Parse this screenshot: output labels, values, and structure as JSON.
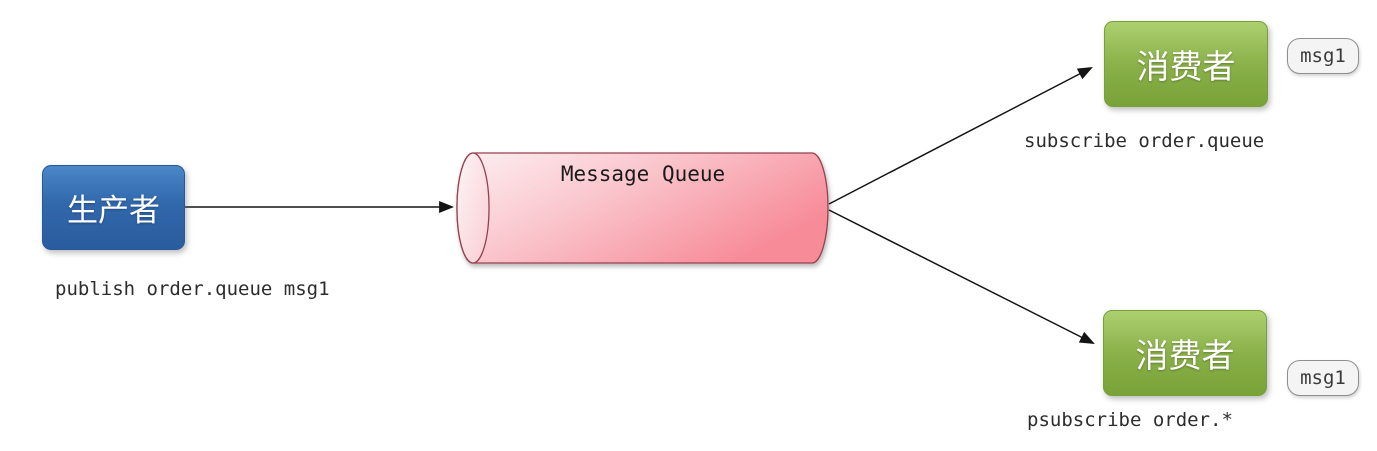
{
  "producer": {
    "label": "生产者",
    "command": "publish order.queue msg1"
  },
  "queue": {
    "label": "Message Queue"
  },
  "consumers": [
    {
      "label": "消费者",
      "command": "subscribe order.queue",
      "badge": "msg1"
    },
    {
      "label": "消费者",
      "command": "psubscribe order.*",
      "badge": "msg1"
    }
  ],
  "colors": {
    "producer_fill": "#2e64a7",
    "producer_border": "#27589a",
    "consumer_fill": "#8cb24a",
    "consumer_border": "#75a136",
    "queue_fill_light": "#fdf0f2",
    "queue_fill_dark": "#f78b98",
    "queue_border": "#97404f",
    "badge_bg": "#f4f4f4",
    "badge_border": "#8f8f8f",
    "label_text": "#2d2d2d",
    "arrow": "#141414"
  }
}
